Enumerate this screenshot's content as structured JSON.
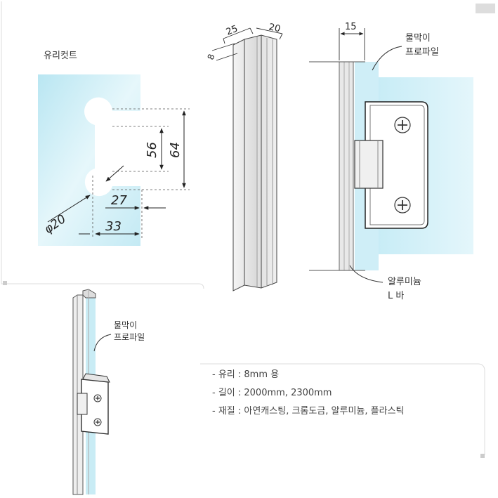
{
  "glass_cut": {
    "title": "유리컷트",
    "dim_56": "56",
    "dim_64": "64",
    "dim_27": "27",
    "dim_33": "33",
    "dim_phi20": "φ20"
  },
  "profile_section": {
    "dim_25": "25",
    "dim_20": "20",
    "dim_8": "8"
  },
  "installed_view": {
    "dim_15": "15",
    "label_profile_line1": "물막이",
    "label_profile_line2": "프로파일",
    "label_bar_line1": "알루미늄",
    "label_bar_line2": "L 바"
  },
  "assembly_view": {
    "label_profile_line1": "물막이",
    "label_profile_line2": "프로파일"
  },
  "specs": [
    "- 유리 : 8mm 용",
    "- 길이 : 2000mm, 2300mm",
    "- 재질 : 아연캐스팅, 크롬도금, 알루미늄, 플라스틱"
  ],
  "colors": {
    "glass": "#c9ecf5",
    "line": "#333333",
    "frame": "#dddddd",
    "metal": "#d8d8d8"
  }
}
